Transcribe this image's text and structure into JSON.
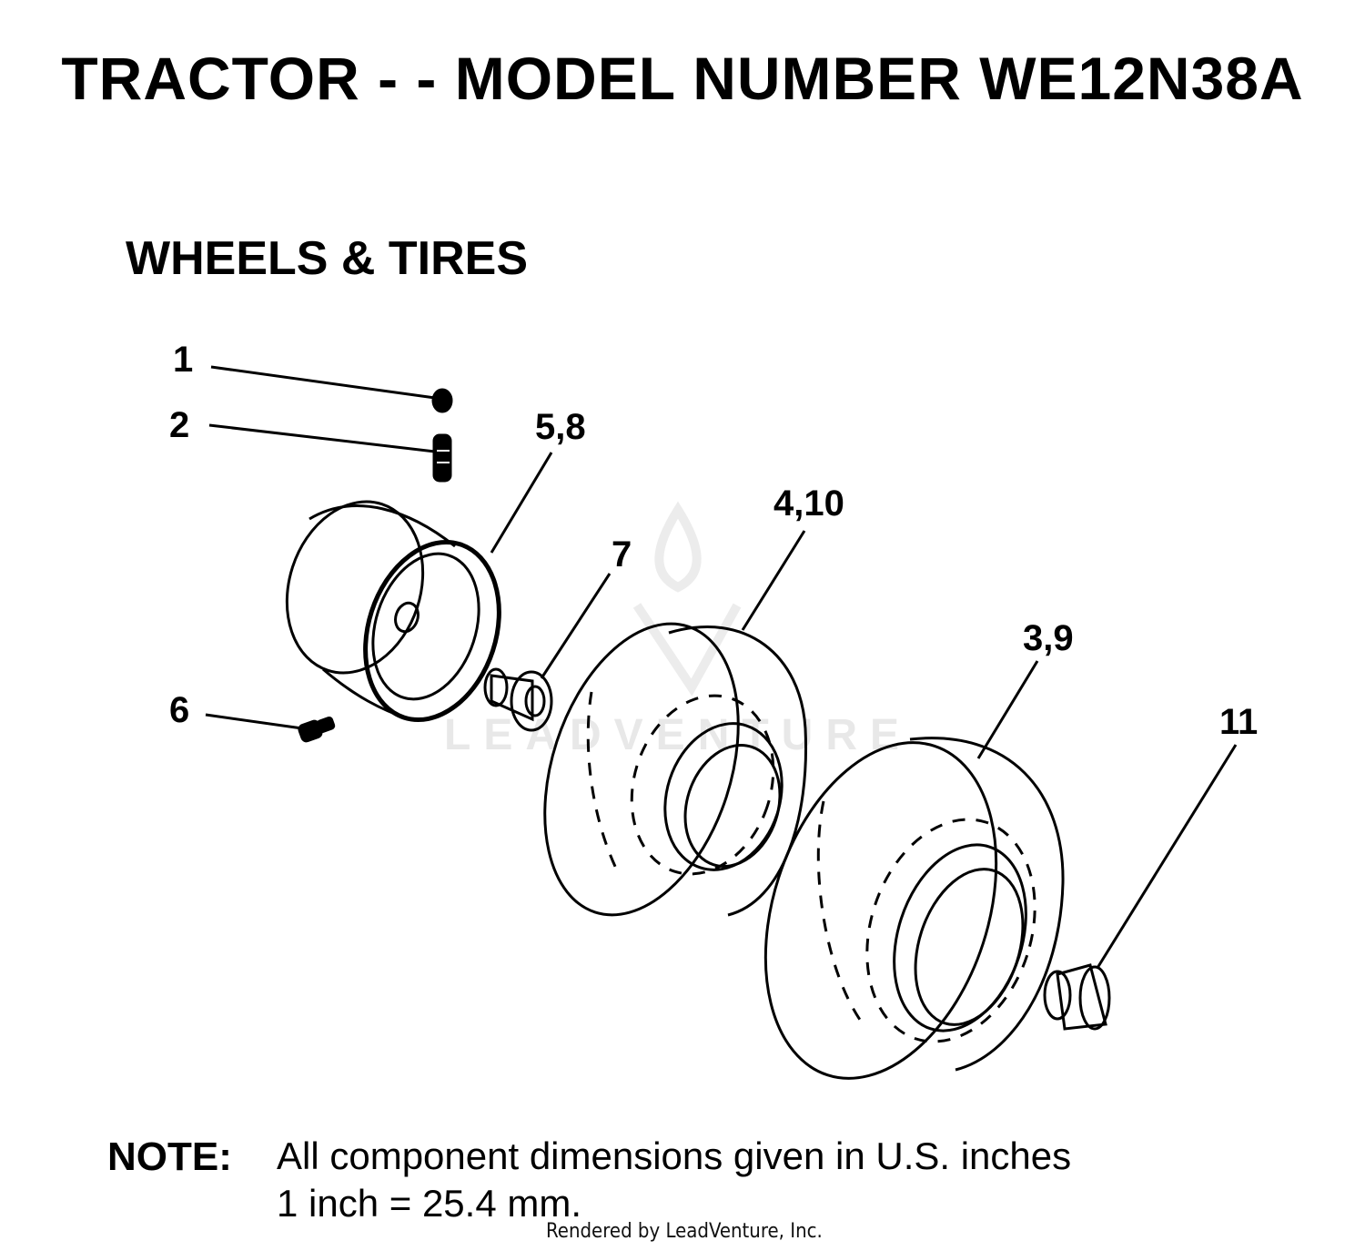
{
  "title": "TRACTOR - - MODEL NUMBER WE12N38A",
  "section_title": "WHEELS & TIRES",
  "callouts": {
    "c1": "1",
    "c2": "2",
    "c58": "5,8",
    "c410": "4,10",
    "c7": "7",
    "c39": "3,9",
    "c6": "6",
    "c11": "11"
  },
  "note": {
    "label": "NOTE:",
    "line1": "All component dimensions given in U.S. inches",
    "line2": "1 inch = 25.4 mm."
  },
  "watermark": "LEADVENTURE",
  "footer": "Rendered by LeadVenture, Inc."
}
